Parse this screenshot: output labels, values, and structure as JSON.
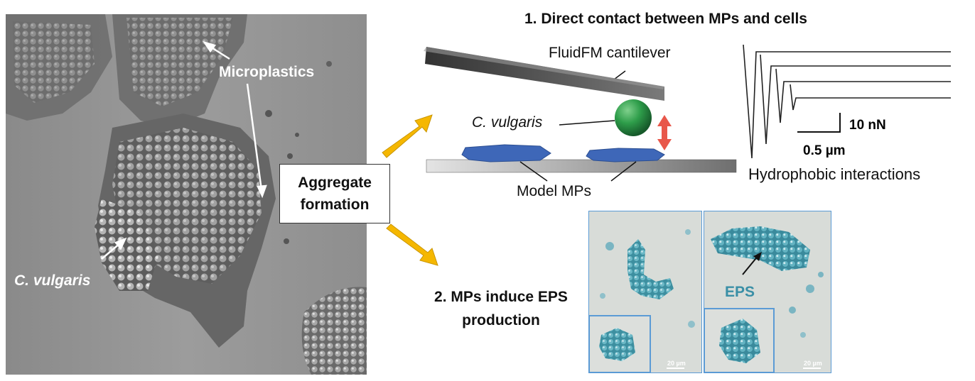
{
  "microscope_image": {
    "label_microplastics": "Microplastics",
    "label_cells": "C. vulgaris"
  },
  "center": {
    "aggregate_line1": "Aggregate",
    "aggregate_line2": "formation"
  },
  "mechanism1": {
    "title": "1. Direct contact between MPs and cells",
    "cantilever_label": "FluidFM cantilever",
    "cell_label": "C. vulgaris",
    "substrate_label": "Model MPs",
    "force_scale_label": "10 nN",
    "distance_scale_label": "0.5 µm",
    "curves_caption": "Hydrophobic interactions"
  },
  "mechanism2": {
    "title_line1": "2. MPs induce EPS",
    "title_line2": "production",
    "eps_label": "EPS",
    "scale_left": "20 µm",
    "scale_right": "20 µm"
  },
  "colors": {
    "arrow_fill": "#f5b700",
    "double_arrow": "#e8574a",
    "mp_blue": "#3e67b8",
    "cell_green": "#2e9d4a",
    "eps_text": "#3a8fa6",
    "panel_border": "#5b9bd5"
  }
}
